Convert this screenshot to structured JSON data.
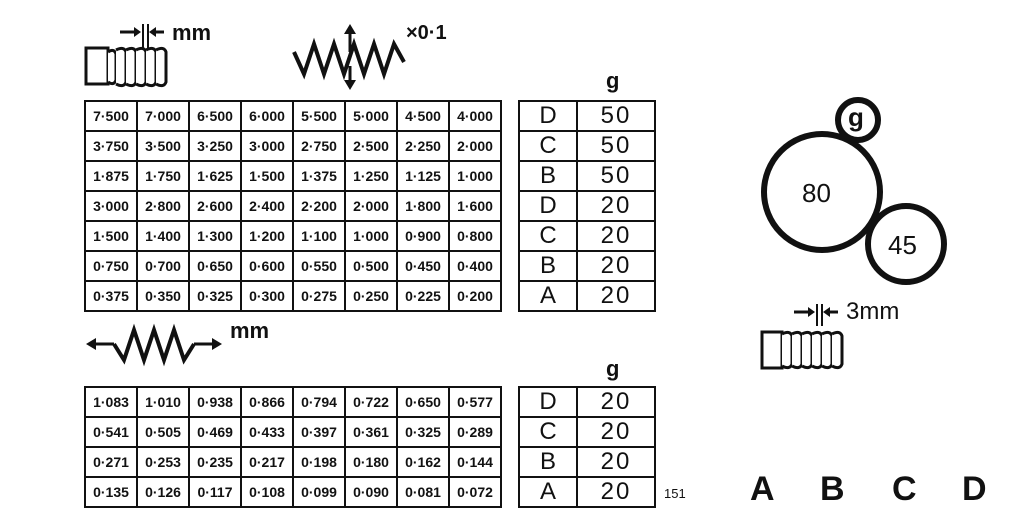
{
  "section_thread": {
    "unit_label": "mm",
    "icon": "thread-pitch-icon"
  },
  "section_feed_y": {
    "multiplier_label": "×0·1",
    "icon": "vertical-feed-zigzag-icon"
  },
  "section_feed_x": {
    "unit_label": "mm",
    "icon": "horizontal-feed-zigzag-icon"
  },
  "gear_header": "g",
  "table1": {
    "rows": [
      {
        "values": [
          "7·500",
          "7·000",
          "6·500",
          "6·000",
          "5·500",
          "5·000",
          "4·500",
          "4·000"
        ],
        "lever": "D",
        "gear": "50"
      },
      {
        "values": [
          "3·750",
          "3·500",
          "3·250",
          "3·000",
          "2·750",
          "2·500",
          "2·250",
          "2·000"
        ],
        "lever": "C",
        "gear": "50"
      },
      {
        "values": [
          "1·875",
          "1·750",
          "1·625",
          "1·500",
          "1·375",
          "1·250",
          "1·125",
          "1·000"
        ],
        "lever": "B",
        "gear": "50"
      },
      {
        "values": [
          "3·000",
          "2·800",
          "2·600",
          "2·400",
          "2·200",
          "2·000",
          "1·800",
          "1·600"
        ],
        "lever": "D",
        "gear": "20"
      },
      {
        "values": [
          "1·500",
          "1·400",
          "1·300",
          "1·200",
          "1·100",
          "1·000",
          "0·900",
          "0·800"
        ],
        "lever": "C",
        "gear": "20"
      },
      {
        "values": [
          "0·750",
          "0·700",
          "0·650",
          "0·600",
          "0·550",
          "0·500",
          "0·450",
          "0·400"
        ],
        "lever": "B",
        "gear": "20"
      },
      {
        "values": [
          "0·375",
          "0·350",
          "0·325",
          "0·300",
          "0·275",
          "0·250",
          "0·225",
          "0·200"
        ],
        "lever": "A",
        "gear": "20"
      }
    ]
  },
  "table2": {
    "rows": [
      {
        "values": [
          "1·083",
          "1·010",
          "0·938",
          "0·866",
          "0·794",
          "0·722",
          "0·650",
          "0·577"
        ],
        "lever": "D",
        "gear": "20"
      },
      {
        "values": [
          "0·541",
          "0·505",
          "0·469",
          "0·433",
          "0·397",
          "0·361",
          "0·325",
          "0·289"
        ],
        "lever": "C",
        "gear": "20"
      },
      {
        "values": [
          "0·271",
          "0·253",
          "0·235",
          "0·217",
          "0·198",
          "0·180",
          "0·162",
          "0·144"
        ],
        "lever": "B",
        "gear": "20"
      },
      {
        "values": [
          "0·135",
          "0·126",
          "0·117",
          "0·108",
          "0·099",
          "0·090",
          "0·081",
          "0·072"
        ],
        "lever": "A",
        "gear": "20"
      }
    ]
  },
  "gear_train": {
    "gears": [
      "g",
      "80",
      "45"
    ],
    "icon": "gear-train-icon"
  },
  "screw_pitch": {
    "label": "3mm",
    "icon": "screw-icon"
  },
  "page_number": "151",
  "lever_positions": [
    "A",
    "B",
    "C",
    "D"
  ]
}
